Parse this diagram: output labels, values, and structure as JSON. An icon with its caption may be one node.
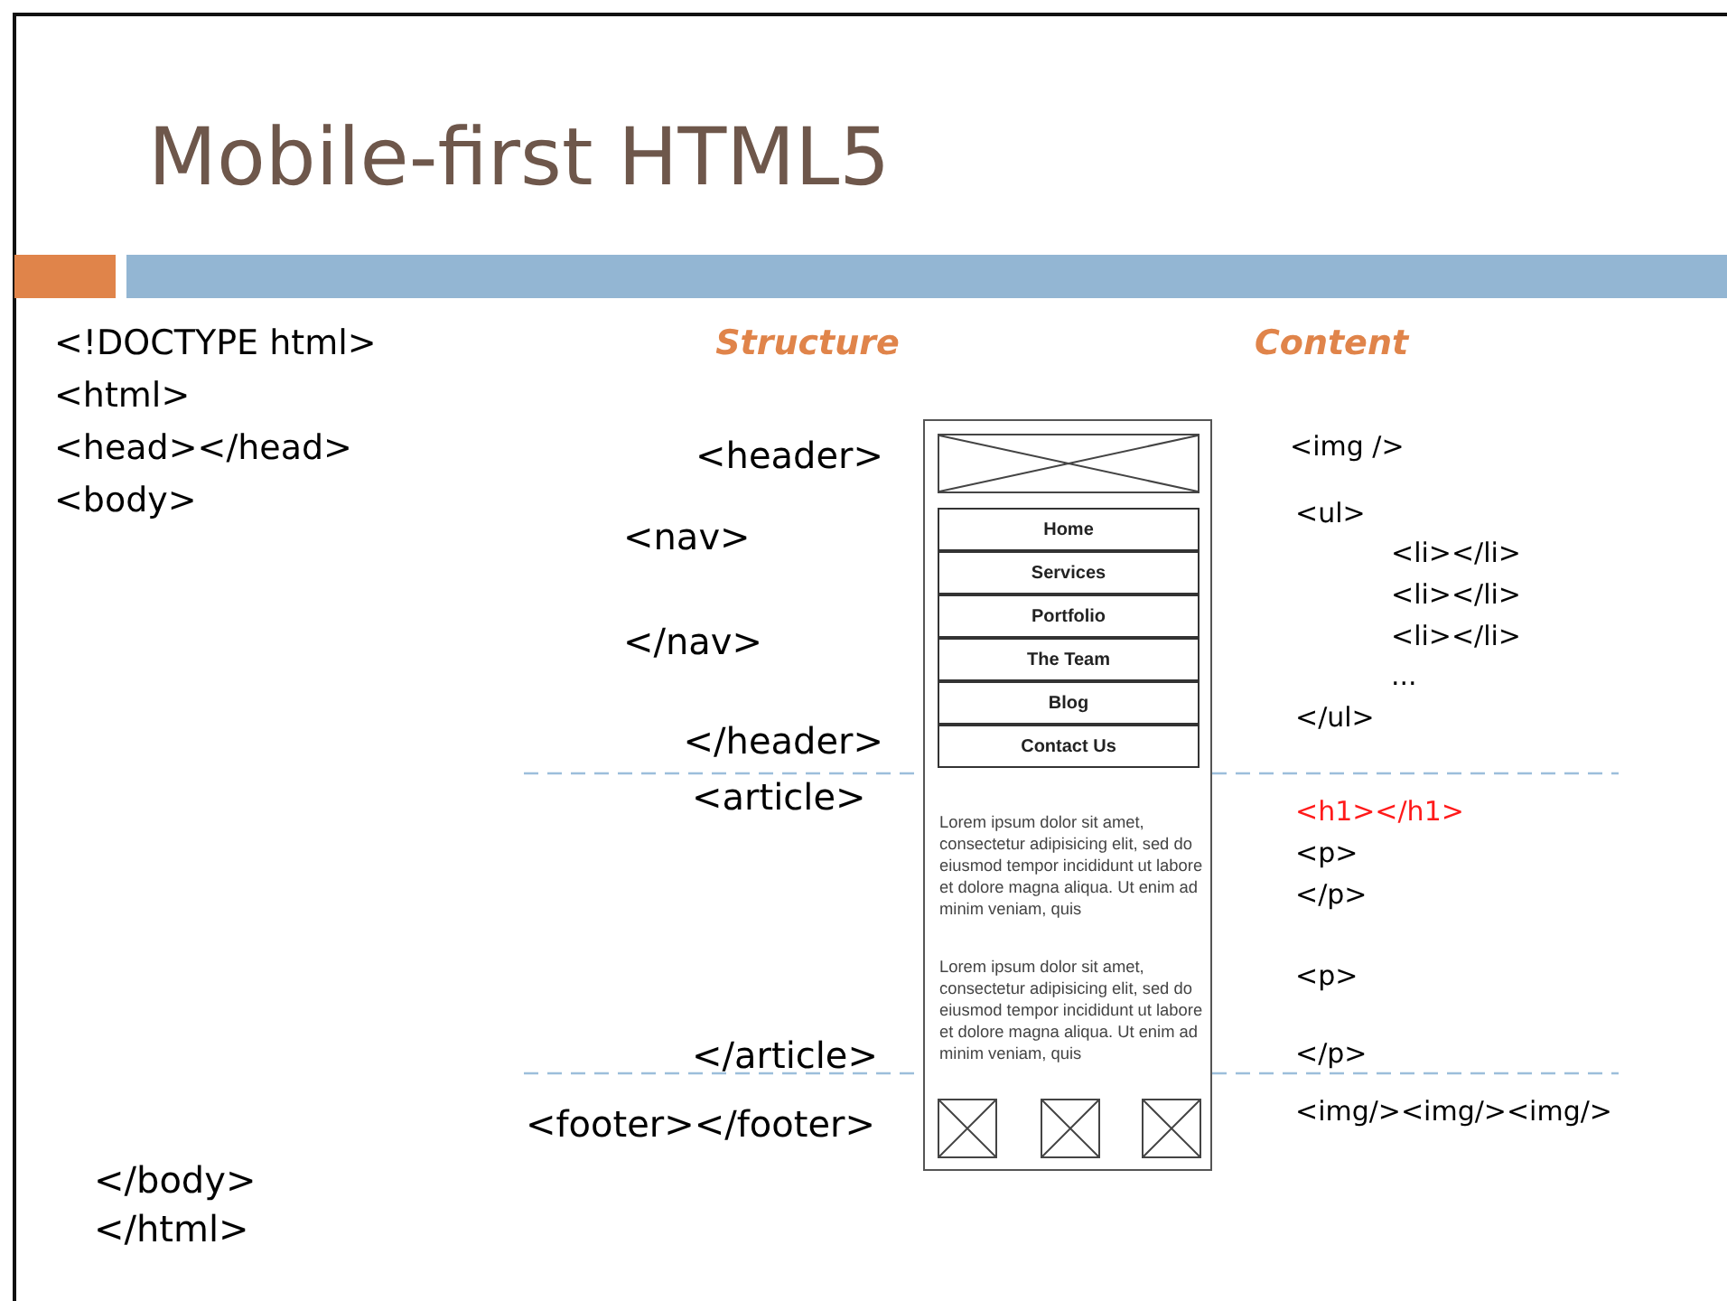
{
  "diagram": {
    "title": "Mobile-first HTML5",
    "nodes": [
      {
        "text": [],
        "shape": "box"
      },
      {
        "text": [],
        "shape": "box",
        "in": 0
      },
      {
        "text": [
          "Home"
        ],
        "in": 0
      },
      {
        "text": [
          "Services"
        ],
        "in": 0
      },
      {
        "text": [
          "Portfolio"
        ],
        "in": 0
      },
      {
        "text": [
          "The Team"
        ],
        "in": 0
      },
      {
        "text": [
          "Blog"
        ],
        "in": 0
      },
      {
        "text": [
          "Contact Us"
        ],
        "in": 0
      },
      {
        "text": [],
        "shape": "box",
        "in": 0
      },
      {
        "text": [],
        "shape": "box",
        "in": 0
      },
      {
        "text": [],
        "shape": "box",
        "in": 0
      }
    ],
    "labels": [
      "<!DOCTYPE html>",
      "<html>",
      "<head></head>",
      "<body>",
      "Structure",
      "Content",
      "<header>",
      "<nav>",
      "</nav>",
      "</header>",
      "<article>",
      "</article>",
      "<footer></footer>",
      "</body>",
      "</html>",
      "<img />",
      "<ul>",
      "<li></li>",
      "<li></li>",
      "<li></li>",
      "...",
      "</ul>",
      "<h1></h1>",
      "<p>",
      "</p>",
      "<p>",
      "</p>",
      "<img/><img/><img/>",
      "Lorem ipsum dolor sit amet, consectetur adipisicing elit, sed do eiusmod tempor incididunt ut labore et dolore magna aliqua. Ut enim ad minim veniam, quis",
      "Lorem ipsum dolor sit amet, consectetur adipisicing elit, sed do eiusmod tempor incididunt ut labore et dolore magna aliqua. Ut enim ad minim veniam, quis"
    ]
  }
}
